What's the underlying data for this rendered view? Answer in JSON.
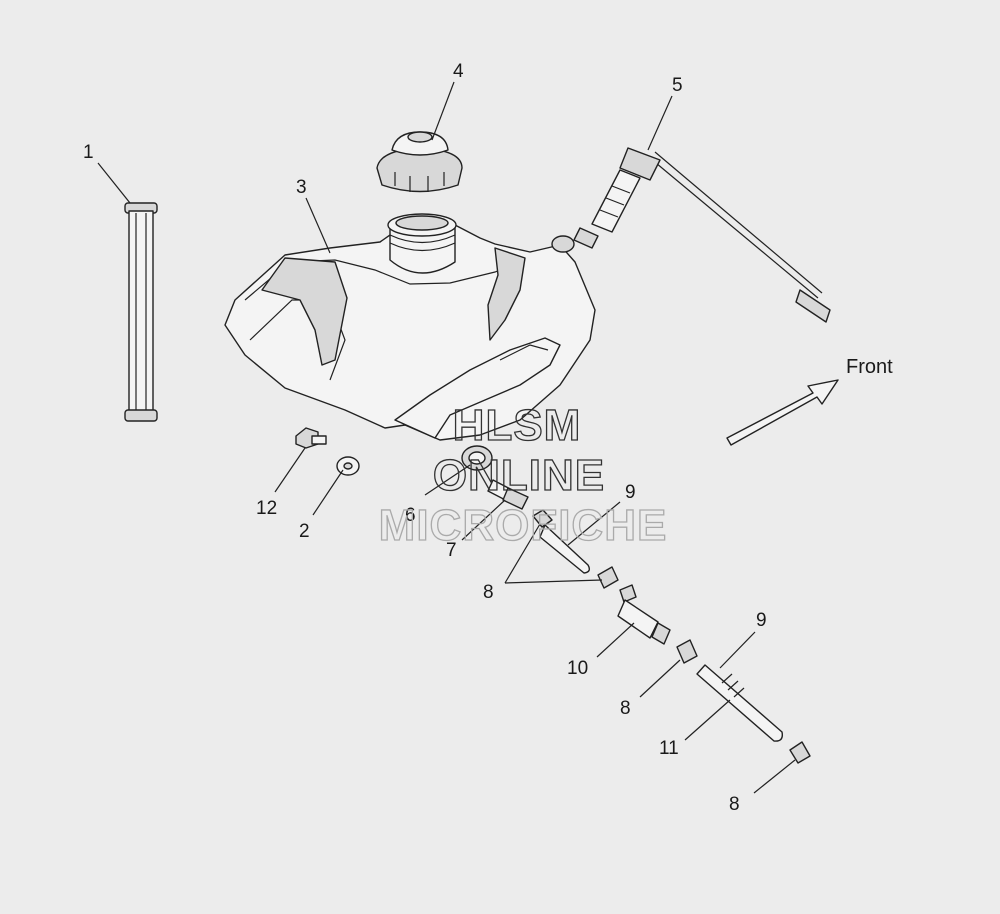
{
  "callouts": {
    "c1": "1",
    "c2": "2",
    "c3": "3",
    "c4": "4",
    "c5": "5",
    "c6": "6",
    "c7": "7",
    "c8a": "8",
    "c8b": "8",
    "c8c": "8",
    "c9a": "9",
    "c9b": "9",
    "c10": "10",
    "c11": "11",
    "c12": "12"
  },
  "direction_label": "Front",
  "watermark": {
    "line1": "HLSM",
    "line2": "ONLINE",
    "line3": "MICROFICHE"
  }
}
